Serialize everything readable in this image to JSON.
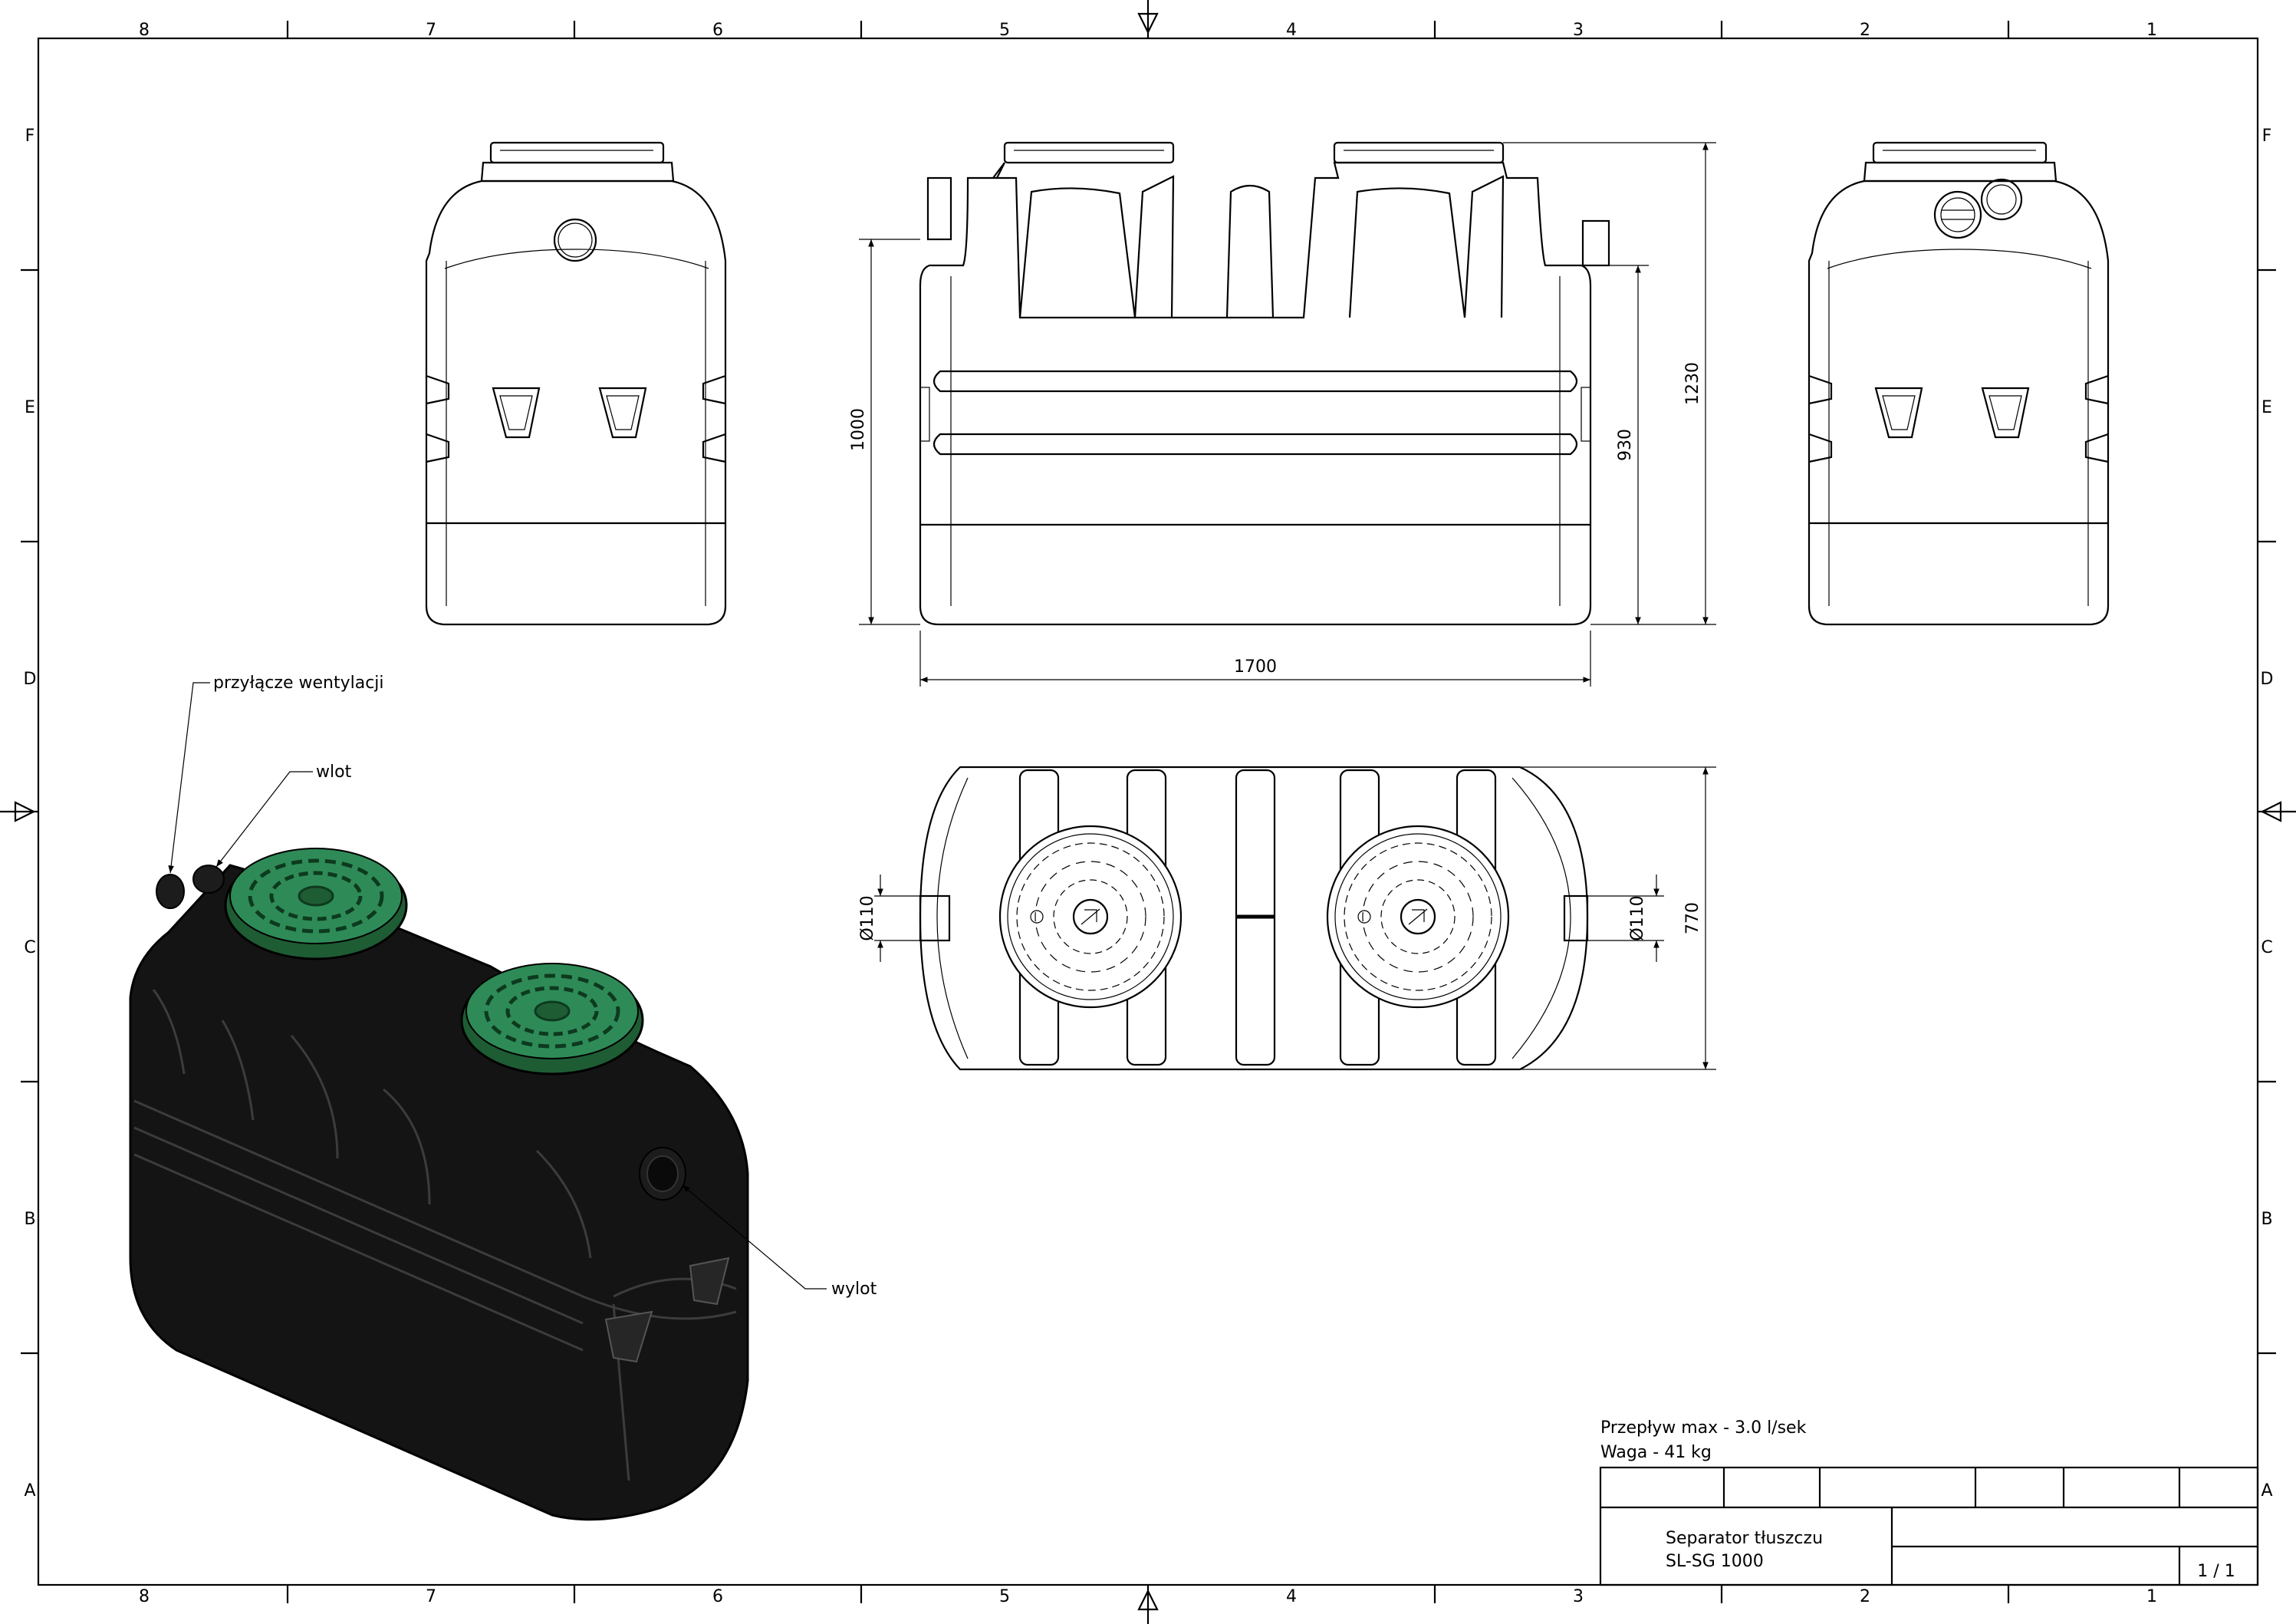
{
  "frame": {
    "col_labels": [
      "8",
      "7",
      "6",
      "5",
      "4",
      "3",
      "2",
      "1"
    ],
    "row_labels": [
      "F",
      "E",
      "D",
      "C",
      "B",
      "A"
    ]
  },
  "views": {
    "front_dimensions": {
      "width": "1700",
      "height_left": "1000",
      "height_mid": "930",
      "height_total": "1230"
    },
    "top_dimensions": {
      "inlet_diameter": "Ø110",
      "outlet_diameter": "Ø110",
      "depth": "770"
    }
  },
  "iso_callouts": {
    "vent": "przyłącze wentylacji",
    "inlet": "wlot",
    "outlet": "wylot"
  },
  "specs": {
    "flow": "Przepływ max - 3.0 l/sek",
    "weight": "Waga - 41 kg"
  },
  "title_block": {
    "name_line1": "Separator tłuszczu",
    "name_line2": "SL-SG 1000",
    "sheet": "1 / 1"
  },
  "colors": {
    "lid_green": "#2e8b57",
    "tank_black": "#141414"
  }
}
